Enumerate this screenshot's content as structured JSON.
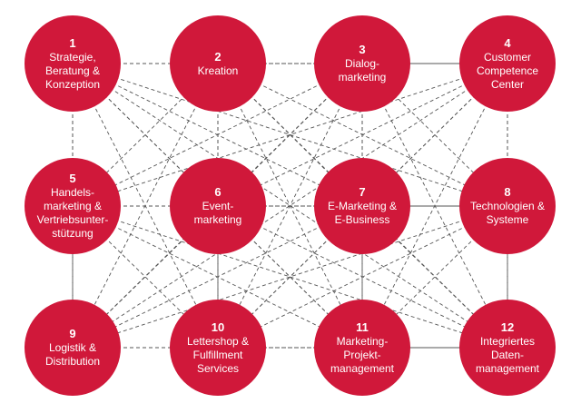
{
  "diagram": {
    "node_color": "#d0183a",
    "line_color": "#555555",
    "nodes": [
      {
        "number": "1",
        "label": "Strategie,\nBeratung &\nKonzeption"
      },
      {
        "number": "2",
        "label": "Kreation"
      },
      {
        "number": "3",
        "label": "Dialog-\nmarketing"
      },
      {
        "number": "4",
        "label": "Customer\nCompetence\nCenter"
      },
      {
        "number": "5",
        "label": "Handels-\nmarketing &\nVertriebsunter-\nstützung"
      },
      {
        "number": "6",
        "label": "Event-\nmarketing"
      },
      {
        "number": "7",
        "label": "E-Marketing &\nE-Business"
      },
      {
        "number": "8",
        "label": "Technologien &\nSysteme"
      },
      {
        "number": "9",
        "label": "Logistik &\nDistribution"
      },
      {
        "number": "10",
        "label": "Lettershop &\nFulfillment\nServices"
      },
      {
        "number": "11",
        "label": "Marketing-\nProjekt-\nmanagement"
      },
      {
        "number": "12",
        "label": "Integriertes\nDaten-\nmanagement"
      }
    ]
  }
}
